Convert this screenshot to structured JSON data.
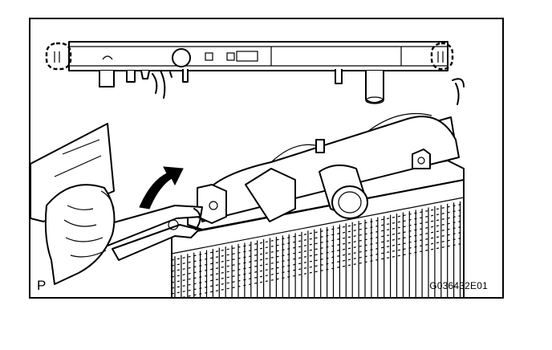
{
  "labels": {
    "view_code": "P",
    "figure_id": "G036432E01"
  },
  "colors": {
    "line": "#000000",
    "background": "#ffffff"
  },
  "callouts": {
    "claw_highlight_count": 2,
    "arrow_direction": "rotate-upward"
  }
}
